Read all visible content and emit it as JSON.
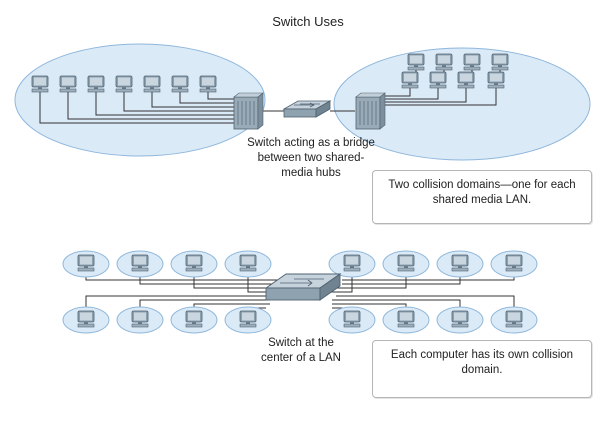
{
  "title": "Switch Uses",
  "top_caption": [
    "Switch acting as a bridge",
    "between two shared-",
    "media hubs"
  ],
  "top_note": [
    "Two collision domains—one for each",
    "shared media LAN."
  ],
  "bottom_caption": [
    "Switch at the",
    "center of a LAN"
  ],
  "bottom_note": [
    "Each computer has its own collision",
    "domain."
  ],
  "colors": {
    "domain_fill": "#dbeaf7",
    "domain_stroke": "#8fb7dc",
    "device": "#a9b8c4",
    "cable": "#333333"
  },
  "icons": [
    "pc-icon",
    "hub-icon",
    "switch-icon"
  ]
}
